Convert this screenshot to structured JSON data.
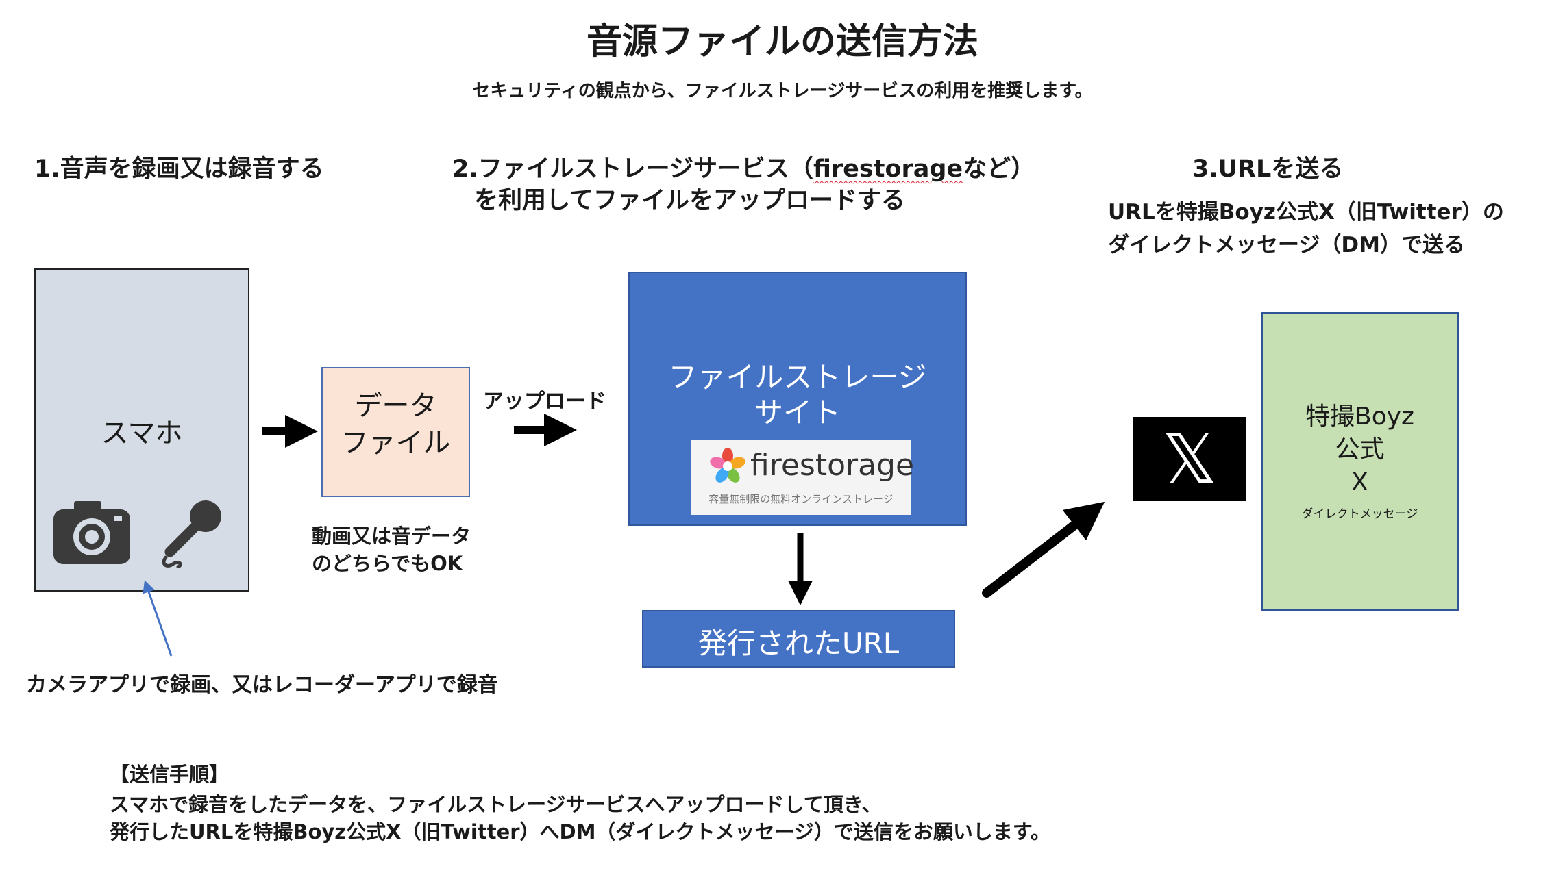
{
  "title": "音源ファイルの送信方法",
  "subtitle": "セキュリティの観点から、ファイルストレージサービスの利用を推奨します。",
  "step1": {
    "heading": "1.音声を録画又は録音する"
  },
  "step2": {
    "heading_pre": "2.ファイルストレージサービス（",
    "heading_brand": "firestorage",
    "heading_post": "など）",
    "heading_line2": "を利用してファイルをアップロードする"
  },
  "step3": {
    "heading": "3.URLを送る",
    "line1": "URLを特撮Boyz公式X（旧Twitter）の",
    "line2": "ダイレクトメッセージ（DM）で送る"
  },
  "phone": {
    "label": "スマホ",
    "icons": [
      "camera-icon",
      "microphone-icon"
    ]
  },
  "phone_caption": "カメラアプリで録画、又はレコーダーアプリで録音",
  "data_file": {
    "line1": "データ",
    "line2": "ファイル"
  },
  "data_note": {
    "line1": "動画又は音データ",
    "line2": "のどちらでもOK"
  },
  "upload_label": "アップロード",
  "storage": {
    "line1": "ファイルストレージ",
    "line2": "サイト",
    "logo_name": "firestorage",
    "logo_tagline": "容量無制限の無料オンラインストレージ"
  },
  "issued_url": "発行されたURL",
  "x_logo": {
    "glyph": "𝕏"
  },
  "dm_box": {
    "line1": "特撮Boyz",
    "line2": "公式",
    "line3": "X",
    "sub": "ダイレクトメッセージ"
  },
  "procedure": {
    "heading": "【送信手順】",
    "line1": "スマホで録音をしたデータを、ファイルストレージサービスへアップロードして頂き、",
    "line2": "発行したURLを特撮Boyz公式X（旧Twitter）へDM（ダイレクトメッセージ）で送信をお願いします。"
  },
  "colors": {
    "phone_bg": "#d5dce6",
    "data_bg": "#fbe4d5",
    "storage_bg": "#4472c4",
    "dm_bg": "#c6e0b4",
    "caption_arrow": "#4472c4"
  }
}
